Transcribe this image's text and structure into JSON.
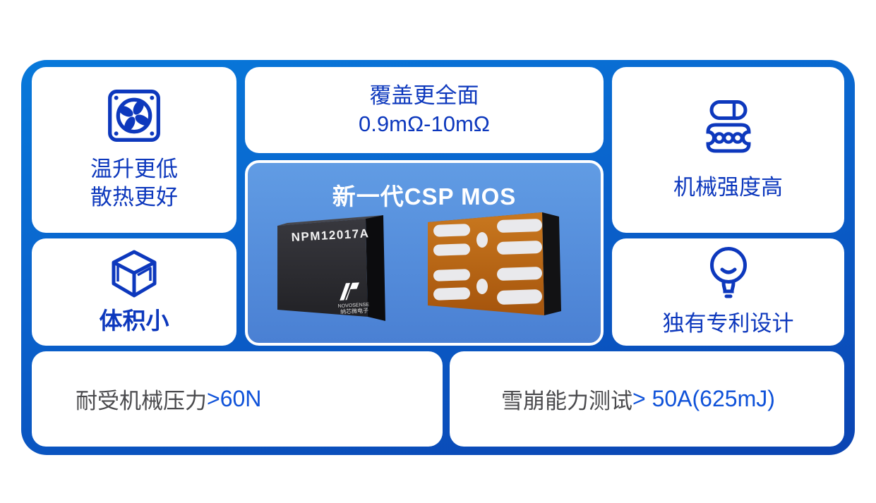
{
  "panel": {
    "bg_top": "#0879da",
    "bg_bottom": "#0b44b2"
  },
  "colors": {
    "card_bg": "#ffffff",
    "feature_text_blue": "#0d38bd",
    "spec_text_gray": "#4a4a4d",
    "spec_value_blue": "#0f52d9",
    "center_card_top": "#619ce4",
    "center_card_bottom": "#4a80d3",
    "chip_orange": "#b96413"
  },
  "cards": {
    "thermal": {
      "icon": "fan-icon",
      "lines": [
        "温升更低",
        "散热更好"
      ]
    },
    "coverage": {
      "lines": [
        "覆盖更全面",
        "0.9mΩ-10mΩ"
      ]
    },
    "mechanical": {
      "icon": "component-icon",
      "label": "机械强度高"
    },
    "volume": {
      "icon": "cube-icon",
      "label": "体积小"
    },
    "patent": {
      "icon": "bulb-icon",
      "label": "独有专利设计"
    },
    "pressure": {
      "label": "耐受机械压力 ",
      "value": ">60N"
    },
    "avalanche": {
      "label": "雪崩能力测试 ",
      "value": "> 50A(625mJ)"
    }
  },
  "center": {
    "title": "新一代CSP MOS",
    "chip_label": "NPM12017A",
    "brand_line1": "NOVOSENSE",
    "brand_line2": "纳芯微电子"
  }
}
